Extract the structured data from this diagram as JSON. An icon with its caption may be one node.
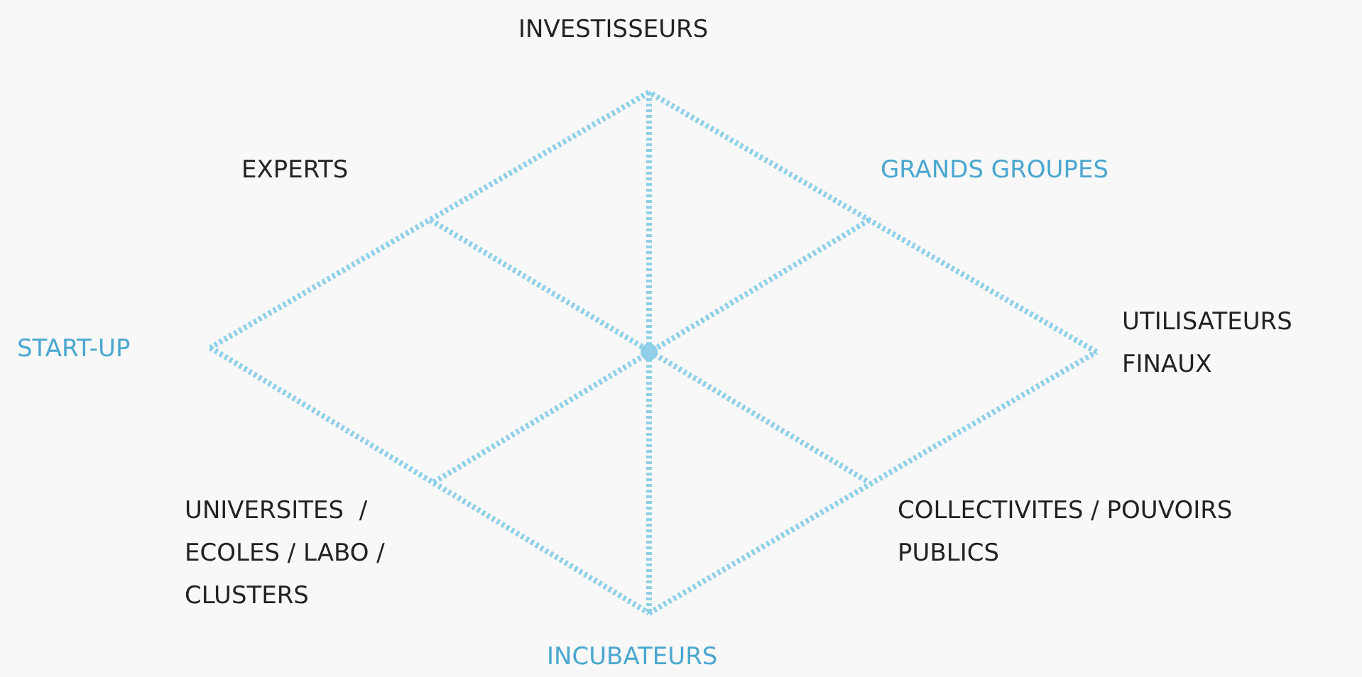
{
  "diagram": {
    "labels": [
      "INVESTISSEURS",
      "EXPERTS",
      "GRANDS GROUPES",
      "START-UP",
      "UTILISATEURS FINAUX",
      "UNIVERSITES  / ECOLES / LABO / CLUSTERS",
      "COLLECTIVITES / POUVOIRS PUBLICS",
      "INCUBATEURS"
    ]
  }
}
